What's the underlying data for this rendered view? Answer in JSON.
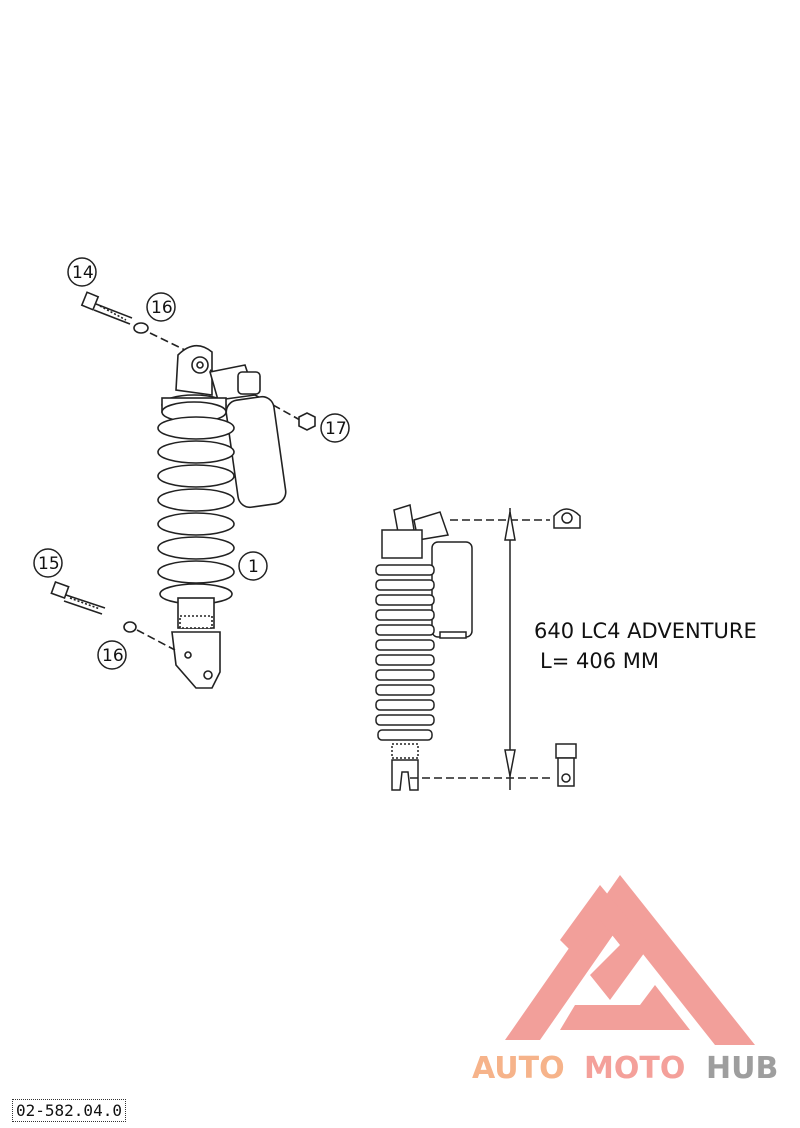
{
  "callouts": {
    "c14": "14",
    "c16a": "16",
    "c17": "17",
    "c1": "1",
    "c15": "15",
    "c16b": "16"
  },
  "spec": {
    "model": "640  LC4 ADVENTURE",
    "length": "L= 406 MM"
  },
  "watermark": {
    "part1": "AUTO",
    "part2": "MOTO",
    "part3": "HUB",
    "colors": {
      "auto": "#f6b38a",
      "moto": "#f4a09a",
      "hub": "#9e9e9e",
      "triangle": "#f29a95"
    }
  },
  "reference_code": "02-582.04.0"
}
